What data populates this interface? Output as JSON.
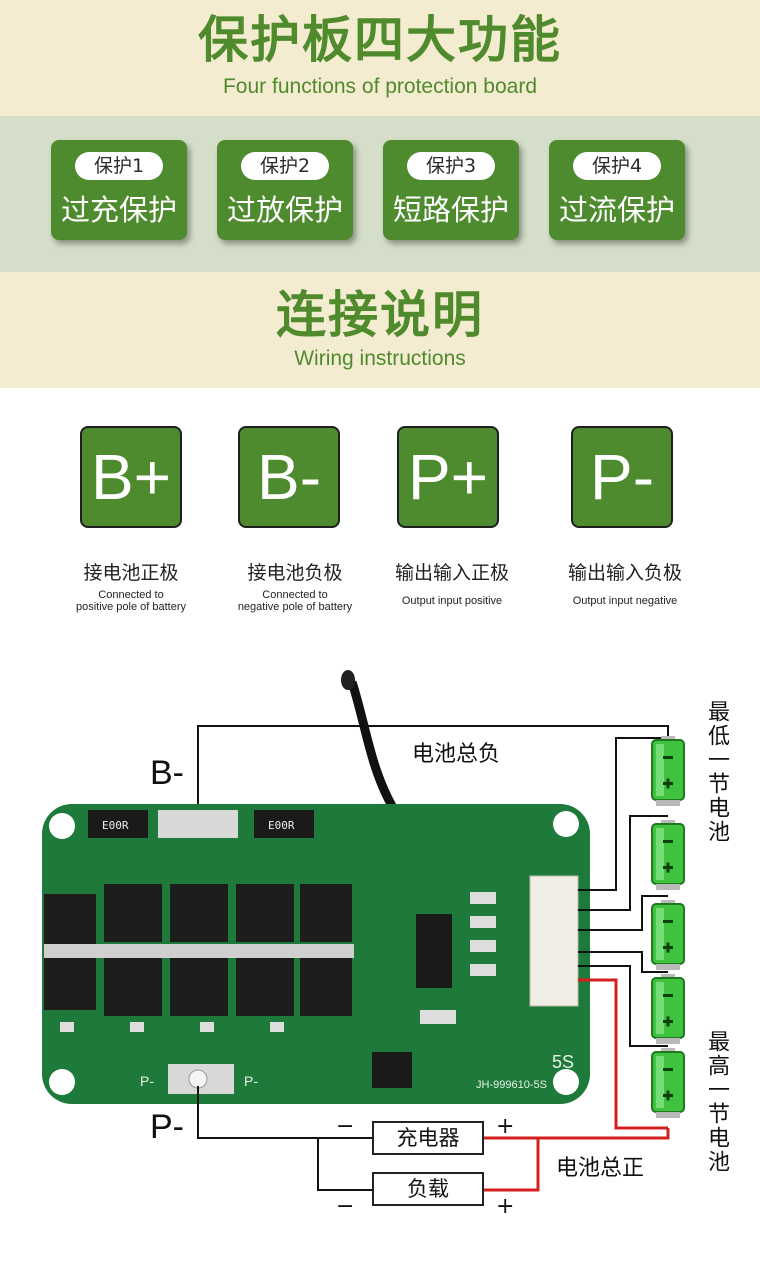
{
  "header": {
    "title_cn": "保护板四大功能",
    "title_en": "Four functions of protection board"
  },
  "functions": [
    {
      "badge": "保护1",
      "name": "过充保护"
    },
    {
      "badge": "保护2",
      "name": "过放保护"
    },
    {
      "badge": "保护3",
      "name": "短路保护"
    },
    {
      "badge": "保护4",
      "name": "过流保护"
    }
  ],
  "wiring": {
    "title_cn": "连接说明",
    "title_en": "Wiring instructions"
  },
  "terminals": [
    {
      "symbol": "B+",
      "cn": "接电池正极",
      "en1": "Connected to",
      "en2": "positive pole of battery"
    },
    {
      "symbol": "B-",
      "cn": "接电池负极",
      "en1": "Connected to",
      "en2": "negative pole of battery"
    },
    {
      "symbol": "P+",
      "cn": "输出输入正极",
      "en1": "Output input positive",
      "en2": ""
    },
    {
      "symbol": "P-",
      "cn": "输出输入负极",
      "en1": "Output input negative",
      "en2": ""
    }
  ],
  "diagram": {
    "b_minus": "B-",
    "p_minus": "P-",
    "battery_total_negative": "电池总负",
    "battery_total_positive": "电池总正",
    "lowest_cell": "最低一节电池",
    "highest_cell": "最高一节电池",
    "charger": "充电器",
    "load": "负载",
    "minus": "−",
    "plus": "+",
    "board": {
      "silk_5s": "5S",
      "model": "JH-999610-5S",
      "pad_p": "P-",
      "res_code": "E00R"
    }
  },
  "colors": {
    "brand_green": "#4e8a2e",
    "cream": "#f4ecd0",
    "sage": "#d4dec9",
    "pcb_green": "#1e7a3a",
    "cell_green": "#3fc33f",
    "positive_wire": "#d41f1f"
  }
}
